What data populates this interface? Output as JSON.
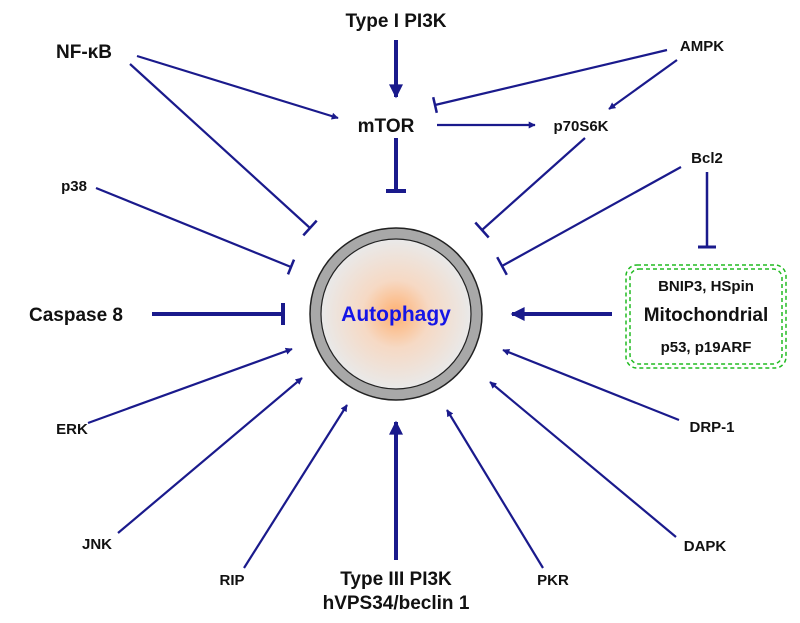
{
  "colors": {
    "arrow": "#1a1a8c",
    "ring": "#a8a8a8",
    "core_glow": "#ffb070",
    "core_text": "#1515e6",
    "box_border": "#22bb22"
  },
  "center": {
    "label": "Autophagy"
  },
  "nodes": {
    "type1_pi3k": "Type I PI3K",
    "nfkb": "NF-κB",
    "ampk": "AMPK",
    "mtor": "mTOR",
    "p70s6k": "p70S6K",
    "bcl2": "Bcl2",
    "p38": "p38",
    "caspase8": "Caspase 8",
    "erk": "ERK",
    "jnk": "JNK",
    "rip": "RIP",
    "type3_pi3k_line1": "Type III PI3K",
    "type3_pi3k_line2": "hVPS34/beclin 1",
    "pkr": "PKR",
    "dapk": "DAPK",
    "drp1": "DRP-1"
  },
  "mito_box": {
    "line1": "BNIP3, HSpin",
    "title": "Mitochondrial",
    "line3": "p53, p19ARF"
  },
  "edges": [
    {
      "from": "Type I PI3K",
      "to": "mTOR",
      "type": "activates"
    },
    {
      "from": "NF-κB",
      "to": "mTOR",
      "type": "activates"
    },
    {
      "from": "NF-κB",
      "to": "Autophagy",
      "type": "inhibits"
    },
    {
      "from": "AMPK",
      "to": "mTOR",
      "type": "inhibits"
    },
    {
      "from": "AMPK",
      "to": "p70S6K",
      "type": "activates"
    },
    {
      "from": "mTOR",
      "to": "p70S6K",
      "type": "activates"
    },
    {
      "from": "mTOR",
      "to": "Autophagy",
      "type": "inhibits"
    },
    {
      "from": "p70S6K",
      "to": "Autophagy",
      "type": "inhibits"
    },
    {
      "from": "Bcl2",
      "to": "Autophagy",
      "type": "inhibits"
    },
    {
      "from": "Bcl2",
      "to": "Mitochondrial",
      "type": "inhibits"
    },
    {
      "from": "p38",
      "to": "Autophagy",
      "type": "inhibits"
    },
    {
      "from": "Caspase 8",
      "to": "Autophagy",
      "type": "inhibits"
    },
    {
      "from": "Mitochondrial",
      "to": "Autophagy",
      "type": "activates"
    },
    {
      "from": "ERK",
      "to": "Autophagy",
      "type": "activates"
    },
    {
      "from": "JNK",
      "to": "Autophagy",
      "type": "activates"
    },
    {
      "from": "RIP",
      "to": "Autophagy",
      "type": "activates"
    },
    {
      "from": "Type III PI3K",
      "to": "Autophagy",
      "type": "activates"
    },
    {
      "from": "PKR",
      "to": "Autophagy",
      "type": "activates"
    },
    {
      "from": "DAPK",
      "to": "Autophagy",
      "type": "activates"
    },
    {
      "from": "DRP-1",
      "to": "Autophagy",
      "type": "activates"
    }
  ]
}
